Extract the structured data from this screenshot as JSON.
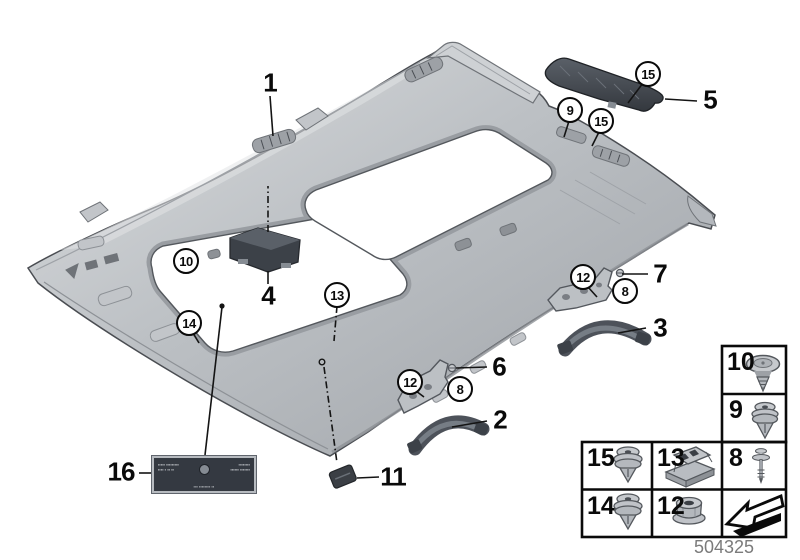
{
  "figure": {
    "number": "504325"
  },
  "callouts": [
    {
      "label": "1",
      "style": "plain"
    },
    {
      "label": "15",
      "style": "circled"
    },
    {
      "label": "5",
      "style": "plain"
    },
    {
      "label": "9",
      "style": "circled"
    },
    {
      "label": "15",
      "style": "circled"
    },
    {
      "label": "10",
      "style": "circled"
    },
    {
      "label": "4",
      "style": "plain"
    },
    {
      "label": "13",
      "style": "circled"
    },
    {
      "label": "12",
      "style": "circled"
    },
    {
      "label": "7",
      "style": "plain"
    },
    {
      "label": "8",
      "style": "circled"
    },
    {
      "label": "3",
      "style": "plain"
    },
    {
      "label": "14",
      "style": "circled"
    },
    {
      "label": "6",
      "style": "plain"
    },
    {
      "label": "12",
      "style": "circled"
    },
    {
      "label": "8",
      "style": "circled"
    },
    {
      "label": "2",
      "style": "plain"
    },
    {
      "label": "11",
      "style": "plain"
    },
    {
      "label": "16",
      "style": "plain"
    }
  ],
  "legend": {
    "cells": [
      {
        "label": "10",
        "icon": "flat-head-screw-rivet"
      },
      {
        "label": "9",
        "icon": "expansion-rivet"
      },
      {
        "label": "8",
        "icon": "sealing-pin"
      },
      {
        "label": "",
        "icon": "direction-arrow"
      },
      {
        "label": "15",
        "icon": "expansion-clip"
      },
      {
        "label": "13",
        "icon": "clamp-nut"
      },
      {
        "label": "14",
        "icon": "expansion-clip"
      },
      {
        "label": "12",
        "icon": "plastic-nut"
      }
    ]
  },
  "label_plate": {
    "left_line1": "▪▪▪▪▪ ▪▪▪▪▪▪▪▪▪",
    "left_line2": "▪▪▪▪ ▪ ▪▪ ▪▪",
    "right_line1": "▪▪▪▪▪▪▪▪",
    "right_line2": "▪▪▪▪▪▪ ▪▪▪▪▪▪▪",
    "bottom_line": "▪▪▪ ▪▪▪▪▪▪▪▪ ▪▪"
  }
}
